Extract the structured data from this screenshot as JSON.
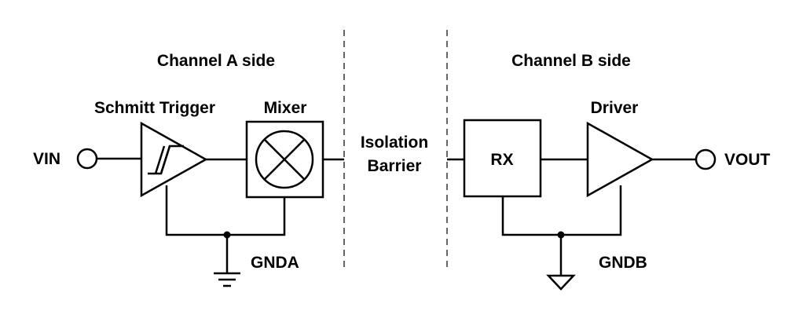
{
  "channel_a": {
    "title": "Channel A side",
    "input_pin": "VIN",
    "schmitt_trigger_label": "Schmitt Trigger",
    "mixer_label": "Mixer",
    "ground_label": "GNDA"
  },
  "isolation": {
    "line1": "Isolation",
    "line2": "Barrier"
  },
  "channel_b": {
    "title": "Channel B side",
    "rx_label": "RX",
    "driver_label": "Driver",
    "output_pin": "VOUT",
    "ground_label": "GNDB"
  }
}
